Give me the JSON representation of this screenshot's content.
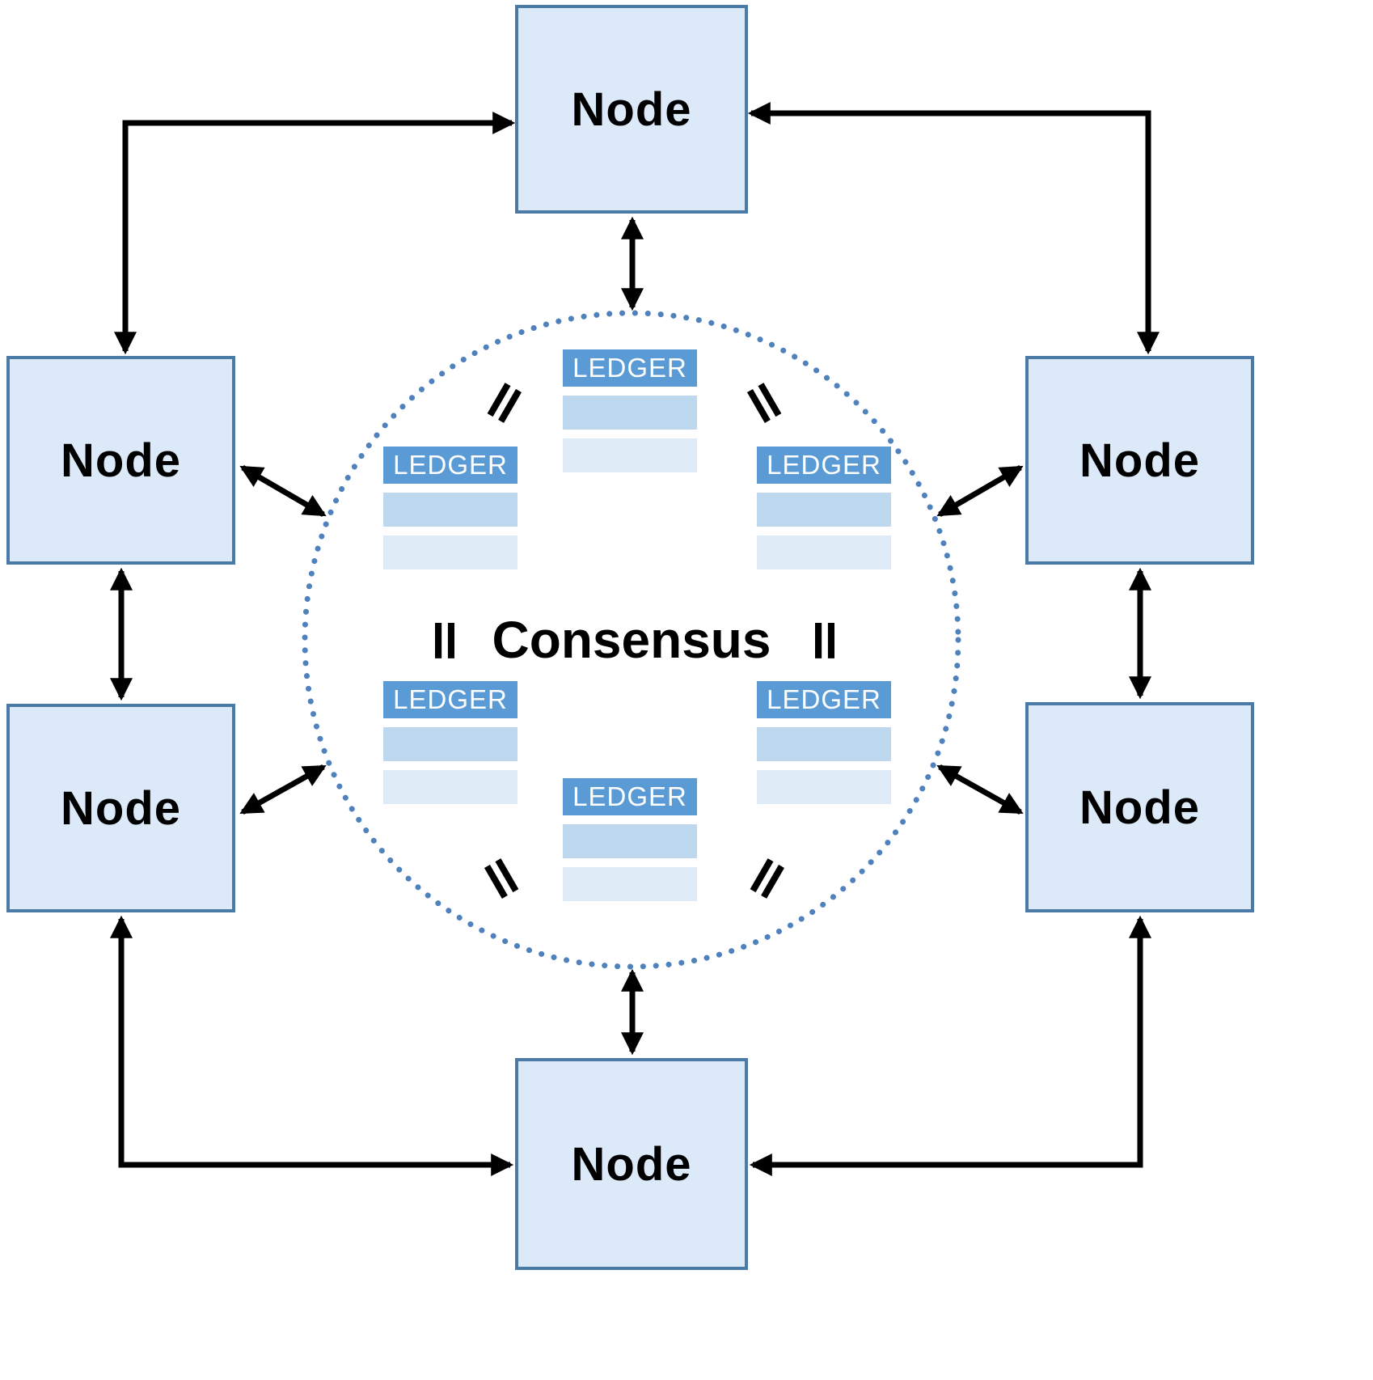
{
  "diagram": {
    "nodes": [
      {
        "position": "top",
        "label": "Node"
      },
      {
        "position": "left-upper",
        "label": "Node"
      },
      {
        "position": "right-upper",
        "label": "Node"
      },
      {
        "position": "left-lower",
        "label": "Node"
      },
      {
        "position": "right-lower",
        "label": "Node"
      },
      {
        "position": "bottom",
        "label": "Node"
      }
    ],
    "consensus": {
      "label": "Consensus"
    },
    "ledgers": [
      {
        "position": "top",
        "label": "LEDGER"
      },
      {
        "position": "upper-left",
        "label": "LEDGER"
      },
      {
        "position": "upper-right",
        "label": "LEDGER"
      },
      {
        "position": "lower-left",
        "label": "LEDGER"
      },
      {
        "position": "lower-right",
        "label": "LEDGER"
      },
      {
        "position": "bottom",
        "label": "LEDGER"
      }
    ],
    "equals_glyph": "=",
    "colors": {
      "node_fill": "#dce9f8",
      "node_border": "#4a7aa5",
      "ledger_header": "#5b9bd5",
      "ledger_row_medium": "#bdd7ee",
      "ledger_row_light": "#deebf7",
      "circle_dotted": "#4f81bd",
      "arrow": "#000000",
      "text": "#000000"
    }
  }
}
